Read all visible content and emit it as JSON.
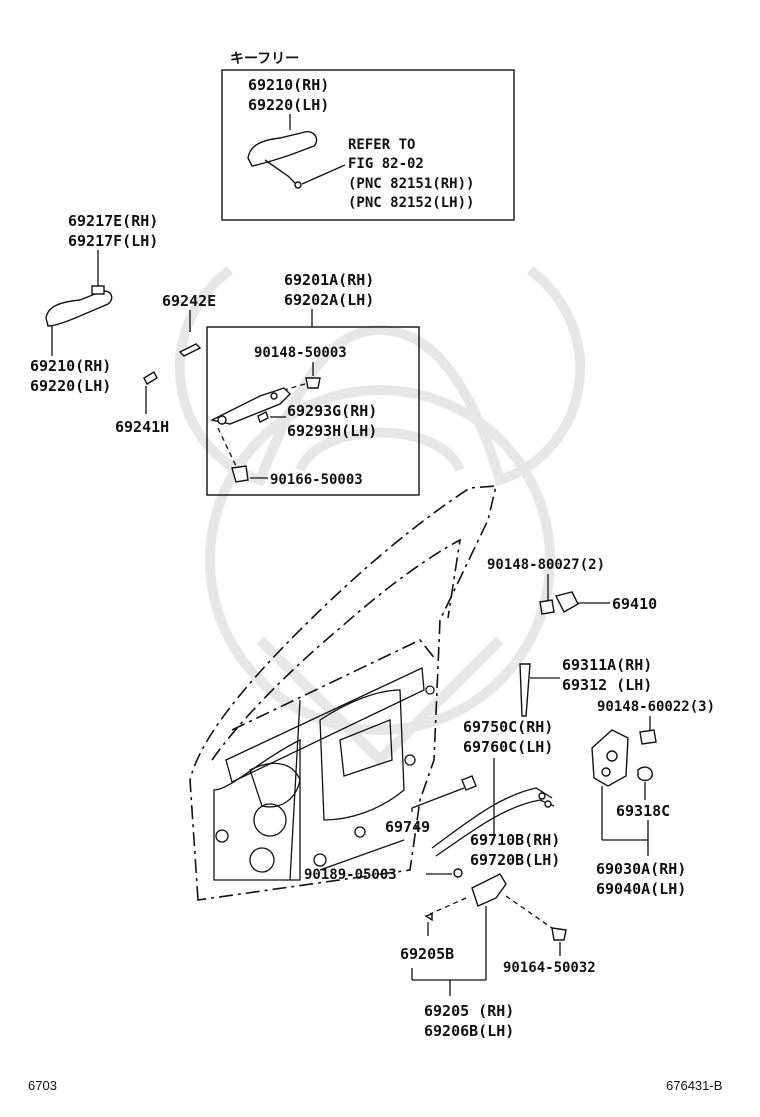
{
  "keyfree_label": "キーフリー",
  "labels": {
    "p69210_rh_top": "69210(RH)",
    "p69220_lh_top": "69220(LH)",
    "refer_1": "REFER TO",
    "refer_2": "FIG 82-02",
    "refer_3": "(PNC 82151(RH))",
    "refer_4": "(PNC 82152(LH))",
    "p69217e": "69217E(RH)",
    "p69217f": "69217F(LH)",
    "p69242e": "69242E",
    "p69201a": "69201A(RH)",
    "p69202a": "69202A(LH)",
    "p90148_50003": "90148-50003",
    "p69293g": "69293G(RH)",
    "p69293h": "69293H(LH)",
    "p90166_50003": "90166-50003",
    "p69210_rh": "69210(RH)",
    "p69220_lh": "69220(LH)",
    "p69241h": "69241H",
    "p90148_80027": "90148-80027(2)",
    "p69410": "69410",
    "p69311a": "69311A(RH)",
    "p69312": "69312  (LH)",
    "p90148_60022": "90148-60022(3)",
    "p69750c": "69750C(RH)",
    "p69760c": "69760C(LH)",
    "p69318c": "69318C",
    "p69749": "69749",
    "p69710b": "69710B(RH)",
    "p69720b": "69720B(LH)",
    "p69030a": "69030A(RH)",
    "p69040a": "69040A(LH)",
    "p90189_05003": "90189-05003",
    "p69205b": "69205B",
    "p90164_50032": "90164-50032",
    "p69205": "69205  (RH)",
    "p69206b": "69206B(LH)"
  },
  "footer": {
    "left_code": "6703",
    "right_code": "676431-B"
  }
}
